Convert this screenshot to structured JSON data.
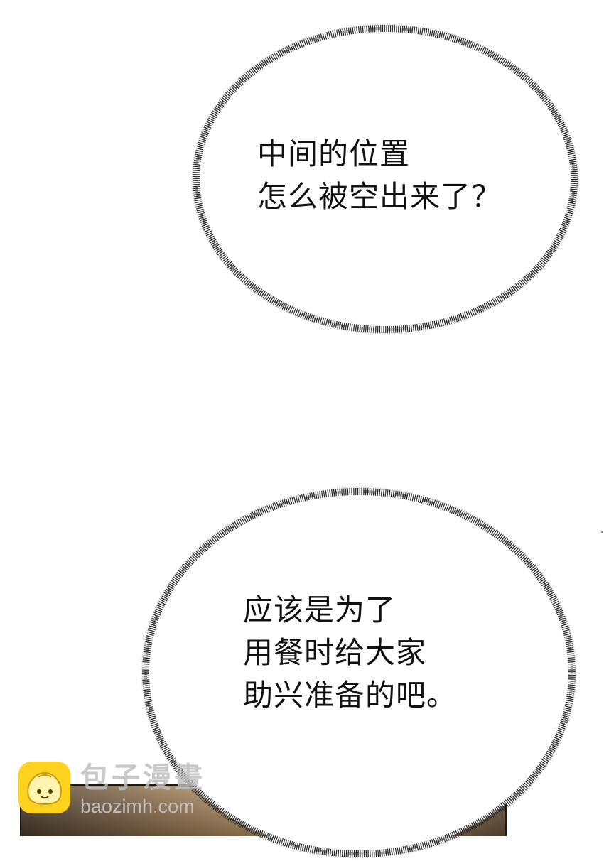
{
  "bubbles": [
    {
      "lines": [
        "中间的位置",
        "怎么被空出来了？"
      ]
    },
    {
      "lines": [
        "应该是为了",
        "用餐时给大家",
        "助兴准备的吧。"
      ]
    }
  ],
  "watermark": {
    "name": "包子漫畫",
    "url": "baozimh.com",
    "logo_icon": "bun-face-icon",
    "logo_color": "#ffd21f"
  },
  "colors": {
    "background": "#ffffff",
    "bubble_outline": "#222222",
    "text": "#111111"
  }
}
